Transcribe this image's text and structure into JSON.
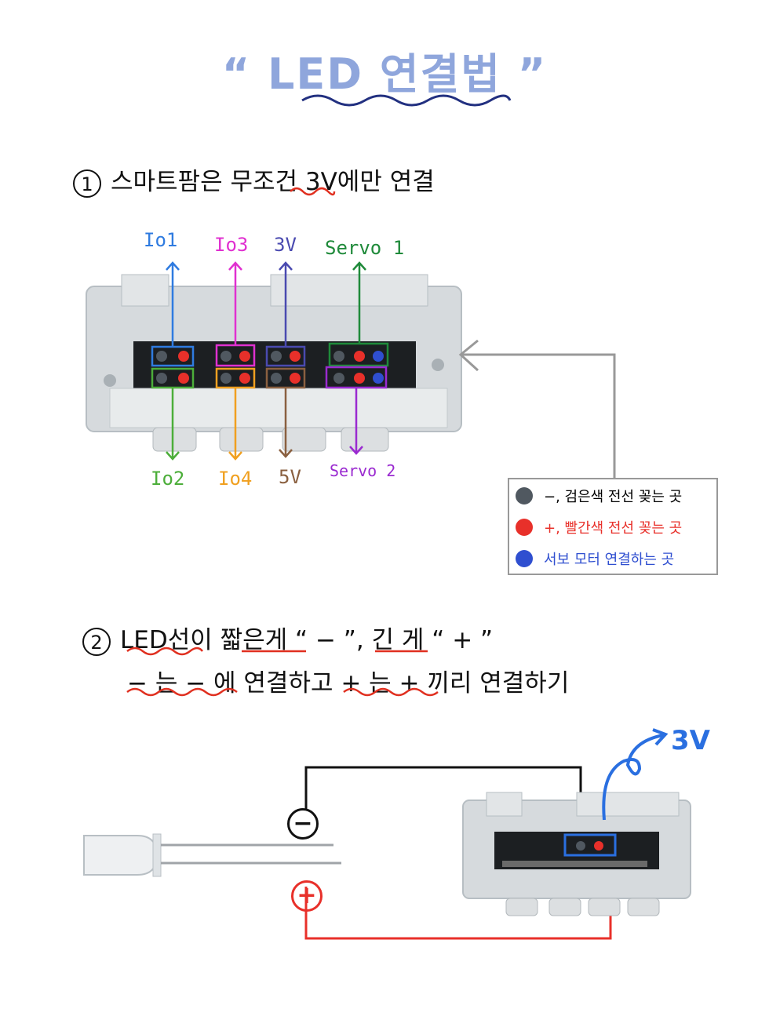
{
  "title": "“ LED 연결법 ”",
  "step1": {
    "num": "1",
    "text": "스마트팜은 무조건 3V에만 연결"
  },
  "step2": {
    "num": "2",
    "line1": "LED선이 짧은게 “ − ”, 긴 게 “ + ”",
    "line2": "− 는 − 에 연결하고 + 는 + 끼리 연결하기"
  },
  "top_labels": [
    "Io1",
    "Io3",
    "3V",
    "Servo 1"
  ],
  "bottom_labels": [
    "Io2",
    "Io4",
    "5V",
    "Servo 2"
  ],
  "legend": [
    {
      "text": "−, 검은색 전선 꽂는 곳",
      "color": "#505860"
    },
    {
      "text": "+, 빨간색 전선 꽂는 곳",
      "color": "#e8302a"
    },
    {
      "text": "서보 모터 연결하는 곳",
      "color": "#2f4fd0"
    }
  ],
  "minus_sign": "−",
  "plus_sign": "+",
  "v3_label": "3V",
  "colors": {
    "io1": "#2f7be0",
    "io3": "#e030d0",
    "v3": "#4a4ab0",
    "servo1": "#1f8a3a",
    "io2": "#4cae3a",
    "io4": "#f0a020",
    "v5": "#8a6040",
    "servo2": "#9a2ad0",
    "wire_black": "#111111",
    "wire_red": "#e8302a",
    "arrow_blue": "#2a6fe0"
  }
}
